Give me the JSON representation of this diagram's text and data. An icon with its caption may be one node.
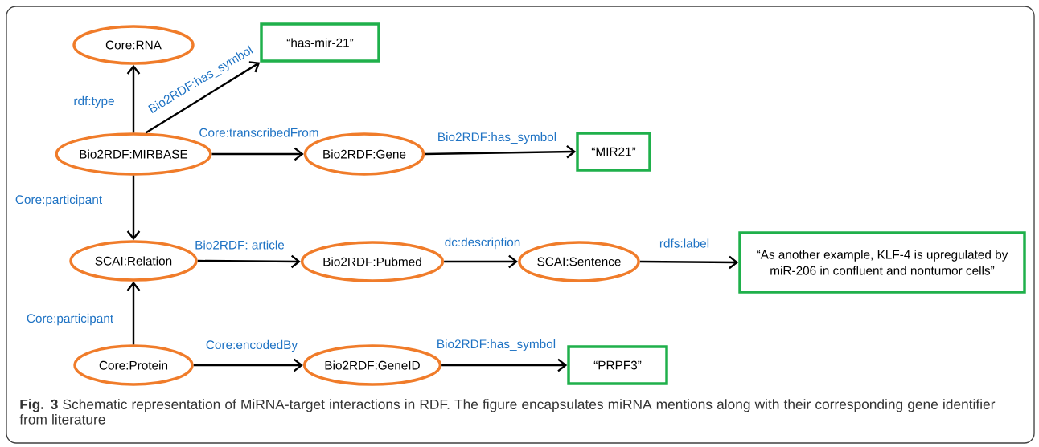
{
  "diagram": {
    "nodes": [
      {
        "text": [
          "Core:RNA"
        ]
      },
      {
        "text": [
          "“has-mir-21”"
        ]
      },
      {
        "text": [
          "Bio2RDF:MIRBASE"
        ]
      },
      {
        "text": [
          "Bio2RDF:Gene"
        ]
      },
      {
        "text": [
          "“MIR21”"
        ]
      },
      {
        "text": [
          "SCAI:Relation"
        ]
      },
      {
        "text": [
          "Bio2RDF:Pubmed"
        ]
      },
      {
        "text": [
          "SCAI:Sentence"
        ]
      },
      {
        "text": [
          "“As another example, KLF-4 is upregulated by miR-206 in confluent and nontumor cells”"
        ]
      },
      {
        "text": [
          "Core:Protein"
        ]
      },
      {
        "text": [
          "Bio2RDF:GeneID"
        ]
      },
      {
        "text": [
          "“PRPF3”"
        ]
      }
    ],
    "edges": [
      {
        "from": 2,
        "to": 0,
        "arrow": "to",
        "label": "rdf:type"
      },
      {
        "from": 2,
        "to": 1,
        "arrow": "to",
        "label": "Bio2RDF:has_symbol"
      },
      {
        "from": 2,
        "to": 3,
        "arrow": "to",
        "label": "Core:transcribedFrom"
      },
      {
        "from": 3,
        "to": 4,
        "arrow": "to",
        "label": "Bio2RDF:has_symbol"
      },
      {
        "from": 2,
        "to": 5,
        "arrow": "to",
        "label": "Core:participant"
      },
      {
        "from": 5,
        "to": 6,
        "arrow": "to",
        "label": "Bio2RDF: article"
      },
      {
        "from": 6,
        "to": 7,
        "arrow": "to",
        "label": "dc:description"
      },
      {
        "from": 7,
        "to": 8,
        "arrow": "to",
        "label": "rdfs:label"
      },
      {
        "from": 9,
        "to": 5,
        "arrow": "to",
        "label": "Core:participant"
      },
      {
        "from": 9,
        "to": 10,
        "arrow": "to",
        "label": "Core:encodedBy"
      },
      {
        "from": 10,
        "to": 11,
        "arrow": "to",
        "label": "Bio2RDF:has_symbol"
      }
    ],
    "caption": "**Fig. 3** Schematic representation of MiRNA-target interactions in RDF. The figure encapsulates miRNA mentions along with their corresponding gene identifier from literature"
  }
}
